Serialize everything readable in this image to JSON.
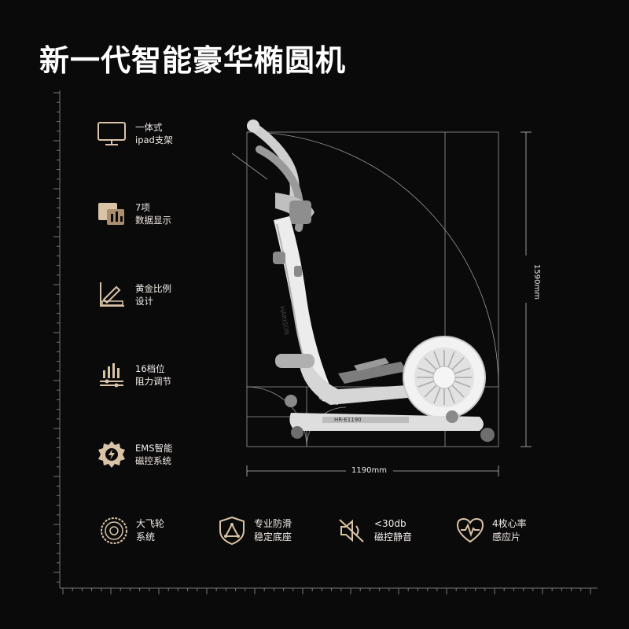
{
  "title": "新一代智能豪华椭圆机",
  "features": [
    {
      "icon": "monitor-icon",
      "line1": "一体式",
      "line2": "ipad支架"
    },
    {
      "icon": "data-display-icon",
      "line1": "7项",
      "line2": "数据显示"
    },
    {
      "icon": "design-ruler-icon",
      "line1": "黄金比例",
      "line2": "设计"
    },
    {
      "icon": "resistance-bars-icon",
      "line1": "16档位",
      "line2": "阻力调节"
    },
    {
      "icon": "gear-lightning-icon",
      "line1": "EMS智能",
      "line2": "磁控系统"
    }
  ],
  "bottom_features": [
    {
      "icon": "flywheel-icon",
      "line1": "大飞轮",
      "line2": "系统"
    },
    {
      "icon": "shield-triangle-icon",
      "line1": "专业防滑",
      "line2": "稳定底座"
    },
    {
      "icon": "mute-speaker-icon",
      "line1": "<30db",
      "line2": "磁控静音"
    },
    {
      "icon": "heart-pulse-icon",
      "line1": "4枚心率",
      "line2": "感应片"
    }
  ],
  "dimensions": {
    "width": "1190mm",
    "height": "1590mm"
  },
  "machine": {
    "column_brand": "HARISON",
    "base_model": "HR-E1190"
  },
  "colors": {
    "background": "#0b0a0a",
    "accent_gold": "#d9c3a7",
    "machine_white": "#e8e8e8"
  }
}
